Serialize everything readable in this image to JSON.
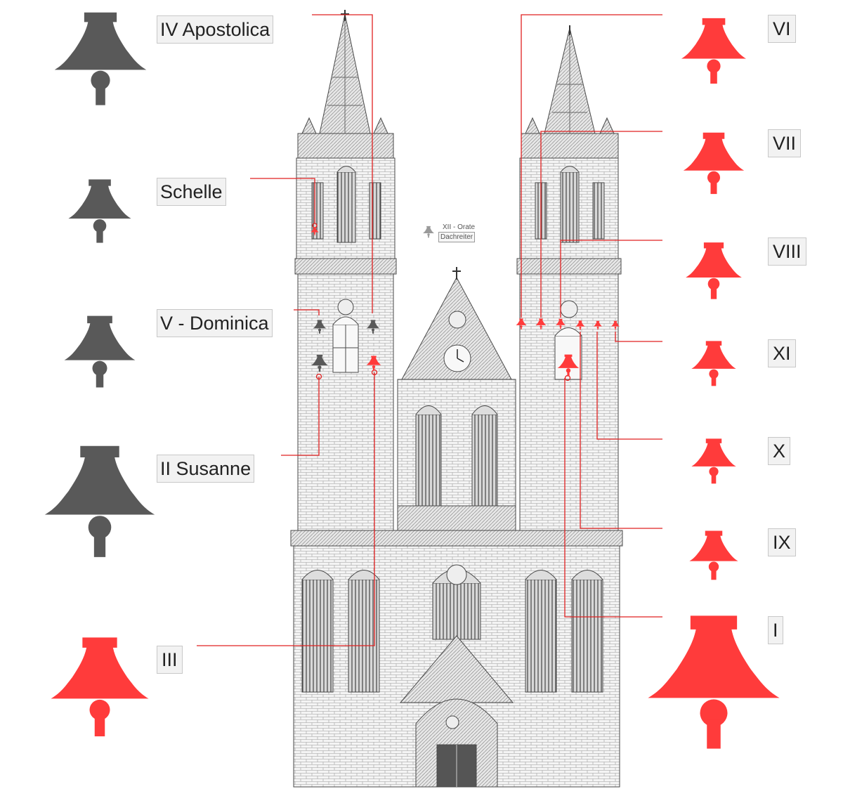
{
  "colors": {
    "cast": "#595959",
    "highlight": "#ff3b3b",
    "leader": "#e02020",
    "stone": "#5a5a5a",
    "label_bg": "#f2f2f2"
  },
  "bells_left": [
    {
      "id": "iv",
      "label": "IV Apostolica",
      "color": "cast"
    },
    {
      "id": "schelle",
      "label": "Schelle",
      "color": "cast"
    },
    {
      "id": "v",
      "label": "V - Dominica",
      "color": "cast"
    },
    {
      "id": "ii",
      "label": "II Susanne",
      "color": "cast"
    },
    {
      "id": "iii",
      "label": "III",
      "color": "highlight"
    }
  ],
  "bells_right": [
    {
      "id": "vi",
      "label": "VI",
      "color": "highlight"
    },
    {
      "id": "vii",
      "label": "VII",
      "color": "highlight"
    },
    {
      "id": "viii",
      "label": "VIII",
      "color": "highlight"
    },
    {
      "id": "xi",
      "label": "XI",
      "color": "highlight"
    },
    {
      "id": "x",
      "label": "X",
      "color": "highlight"
    },
    {
      "id": "ix",
      "label": "IX",
      "color": "highlight"
    },
    {
      "id": "i",
      "label": "I",
      "color": "highlight"
    }
  ],
  "roof_turret": {
    "line1": "XII - Orate",
    "line2": "Dachreiter"
  }
}
